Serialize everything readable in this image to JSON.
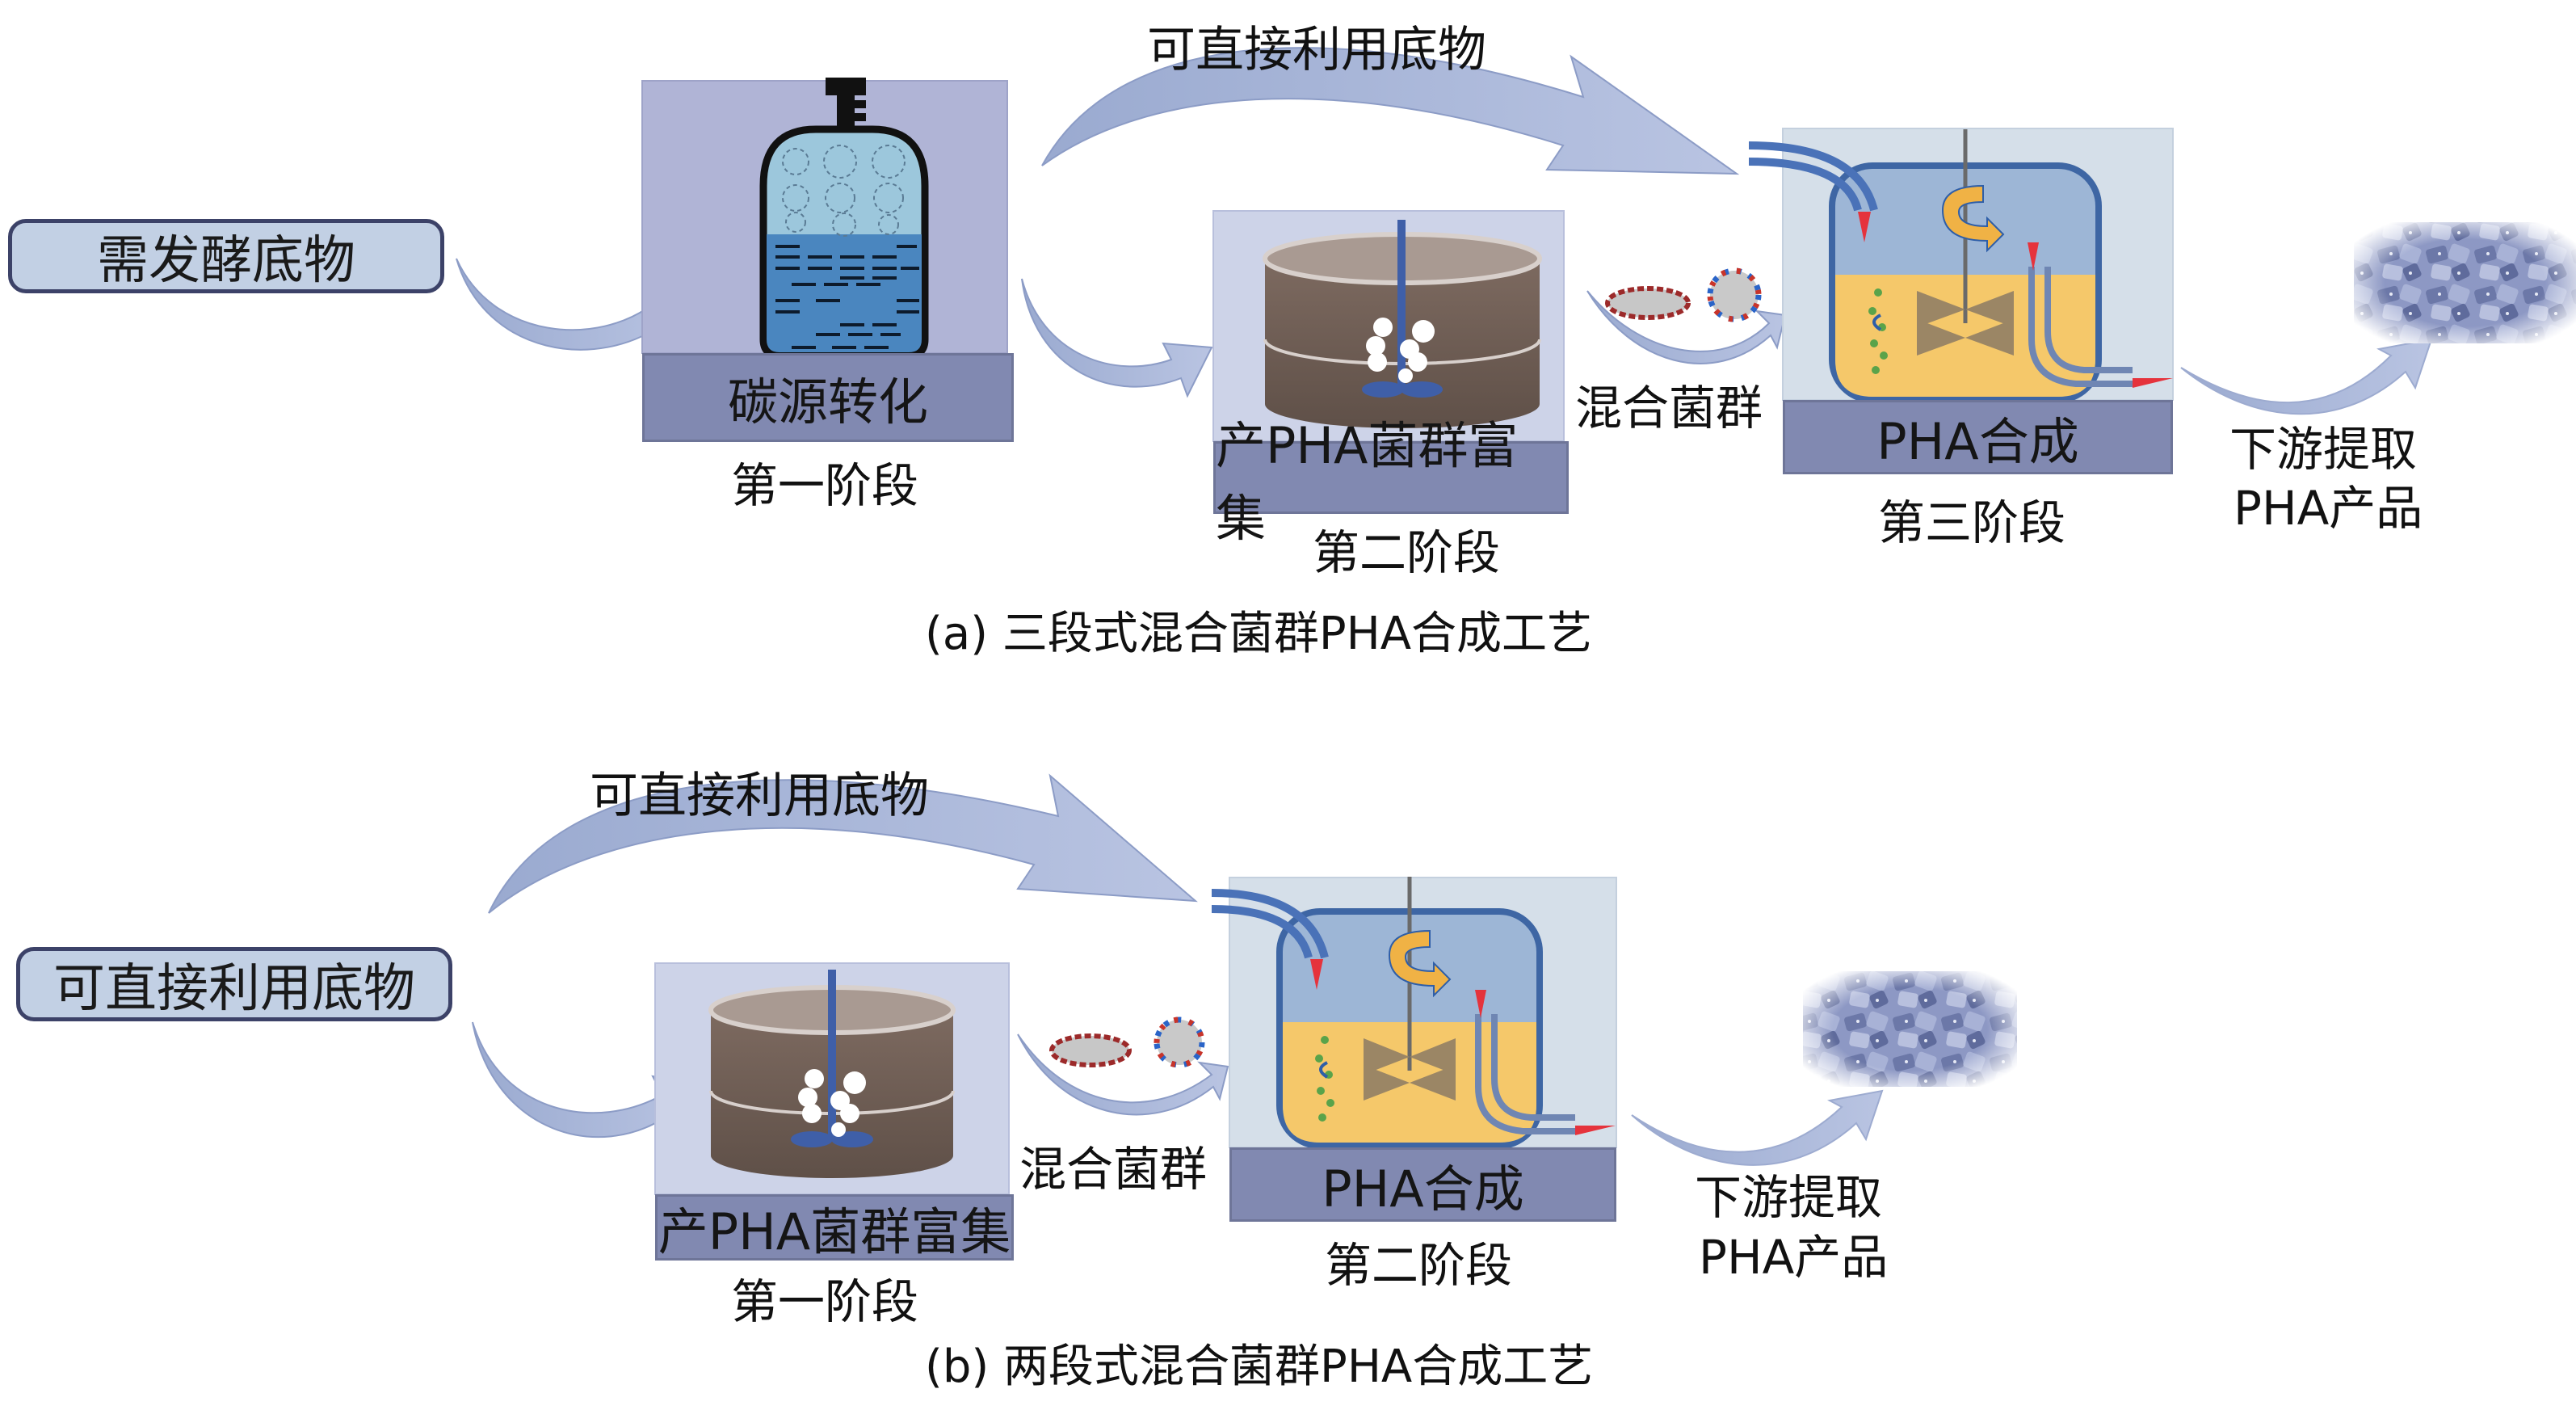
{
  "colors": {
    "arrow_fill": "#aab7d8",
    "input_box": "#c2d0e4",
    "panel_stage_carbon": "#b0b4d6",
    "panel_stage_enrich": "#cdd3e8",
    "panel_stage_synthesis": "#d5dfe9",
    "base": "#8189b1",
    "reactor_liquid": "#f5c86a",
    "reactor_headspace": "#9db6d6",
    "accent_red": "#e5333c"
  },
  "panel_a": {
    "input_label": "需发酵底物",
    "bypass_arrow_label": "可直接利用底物",
    "stage1": {
      "base_label": "碳源转化",
      "stage_label": "第一阶段"
    },
    "stage2": {
      "base_label": "产PHA菌群富集",
      "stage_label": "第二阶段"
    },
    "mixed_culture_label": "混合菌群",
    "stage3": {
      "base_label": "PHA合成",
      "stage_label": "第三阶段"
    },
    "downstream_line1": "下游提取",
    "downstream_line2": "PHA产品",
    "caption": "(a) 三段式混合菌群PHA合成工艺"
  },
  "panel_b": {
    "input_label": "可直接利用底物",
    "bypass_arrow_label": "可直接利用底物",
    "stage1": {
      "base_label": "产PHA菌群富集",
      "stage_label": "第一阶段"
    },
    "mixed_culture_label": "混合菌群",
    "stage2": {
      "base_label": "PHA合成",
      "stage_label": "第二阶段"
    },
    "downstream_line1": "下游提取",
    "downstream_line2": "PHA产品",
    "caption": "(b) 两段式混合菌群PHA合成工艺"
  }
}
